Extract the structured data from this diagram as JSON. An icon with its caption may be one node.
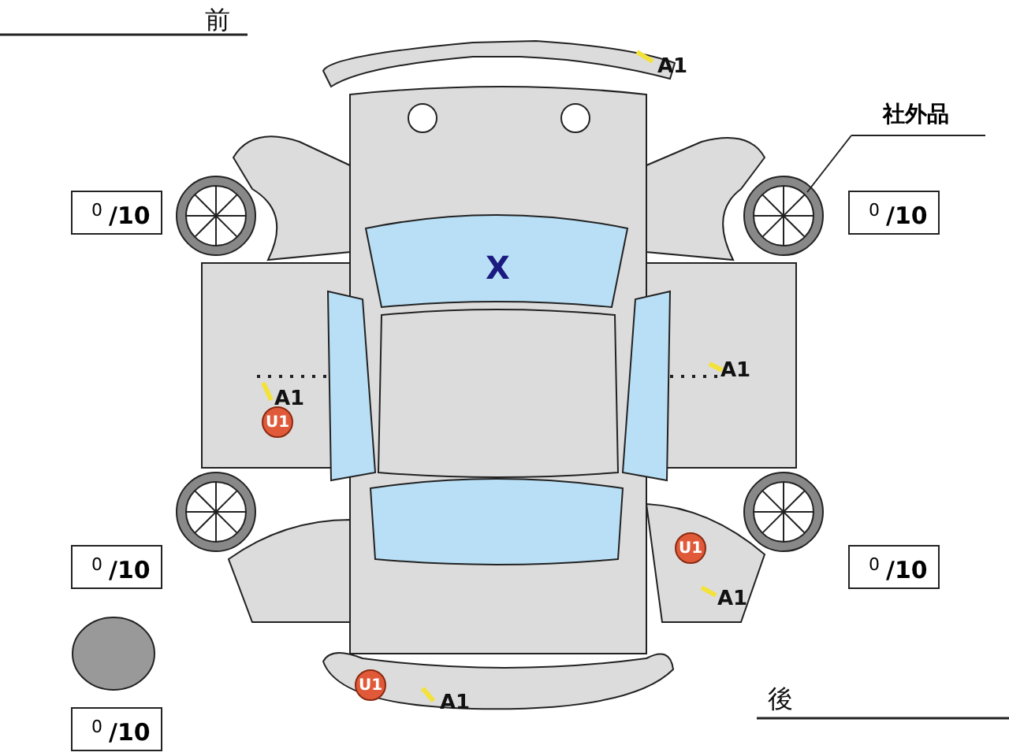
{
  "diagram": {
    "nodes": [
      {
        "text": [
          "社外品"
        ]
      },
      {
        "text": [
          "0",
          "/10"
        ]
      },
      {
        "text": [],
        "shape": "circle"
      },
      {
        "text": [
          "0",
          "/10"
        ]
      },
      {
        "text": [
          "U1"
        ]
      },
      {
        "text": [
          "U1"
        ]
      },
      {
        "text": [
          "0",
          "/10"
        ]
      },
      {
        "text": [
          "0",
          "/10"
        ]
      },
      {
        "text": [
          "U1"
        ]
      },
      {
        "text": [
          "0",
          "/10"
        ]
      }
    ],
    "edges": [
      {
        "from": 0,
        "to": 2,
        "arrow": "none"
      }
    ],
    "labels": [
      "前",
      "A1",
      "X",
      "A1",
      "A1",
      "A1",
      "A1",
      "後"
    ]
  }
}
